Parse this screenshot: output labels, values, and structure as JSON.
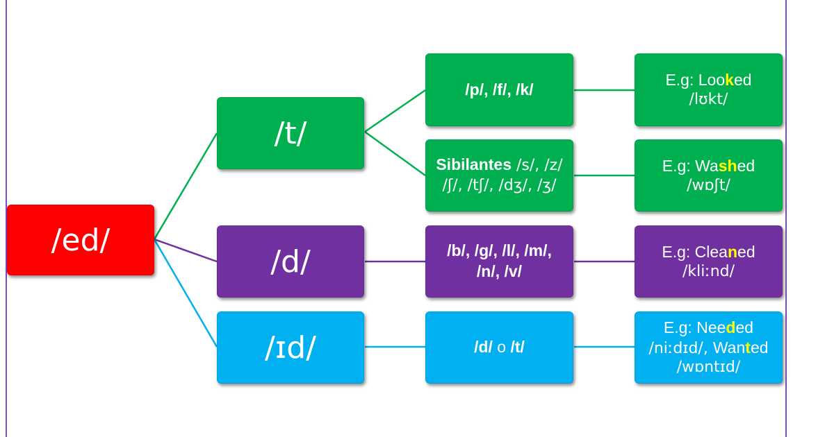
{
  "colors": {
    "root": "#fe0000",
    "t_branch": "#00b050",
    "d_branch": "#7030a0",
    "id_branch": "#00b0f0",
    "highlight": "#ffff00",
    "frame": "#7b4fb0"
  },
  "root": {
    "label": "/ed/"
  },
  "level1": {
    "t": "/t/",
    "d": "/d/",
    "id": "/ɪd/"
  },
  "level2": {
    "voiceless": "/p/, /f/, /k/",
    "sibilants_title": "Sibilantes",
    "sibilants_line1": " /s/, /z/",
    "sibilants_line2": "/ʃ/, /tʃ/, /dʒ/,  /ʒ/",
    "voiced_line1": "/b/, /g/, /l/, /m/,",
    "voiced_line2": "/n/, /v/",
    "dt_a": "/d/",
    "dt_or": " o ",
    "dt_b": "/t/"
  },
  "examples": {
    "looked": {
      "prefix": "E.g: Loo",
      "hl": "k",
      "suffix": "ed",
      "ipa": "/lʊkt/"
    },
    "washed": {
      "prefix": "E.g: Wa",
      "hl": "sh",
      "suffix": "ed",
      "ipa": "/wɒʃt/"
    },
    "cleaned": {
      "prefix": "E.g: Clea",
      "hl": "n",
      "suffix": "ed",
      "ipa": "/kliːnd/"
    },
    "needed": {
      "prefix": "E.g: Nee",
      "hl": "d",
      "suffix": "ed",
      "ipa1": "/niːdɪd/, ",
      "w_prefix": "Wan",
      "w_hl": "t",
      "w_suffix": "ed",
      "ipa2": "/wɒntɪd/"
    }
  }
}
